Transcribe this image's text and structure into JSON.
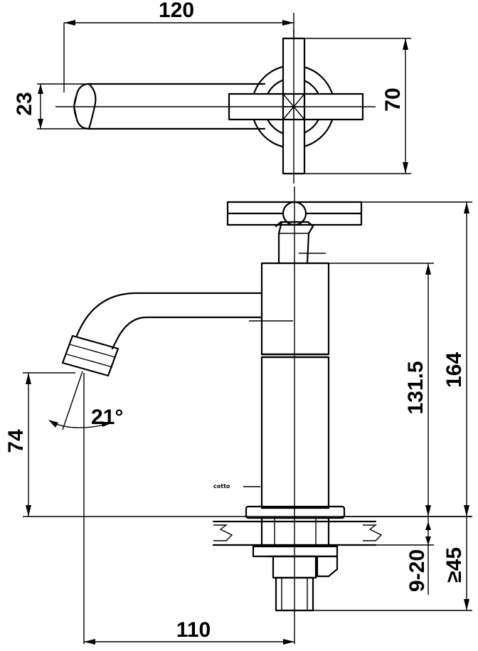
{
  "dimensions": {
    "top_width": "120",
    "spout_thickness": "23",
    "handle_span": "70",
    "total_height": "164",
    "body_height": "131.5",
    "spout_height": "74",
    "spout_angle": "21°",
    "deck_thickness": "9-20",
    "shank_length": "≥45",
    "spout_reach": "110"
  },
  "brand_mark": "cotto"
}
